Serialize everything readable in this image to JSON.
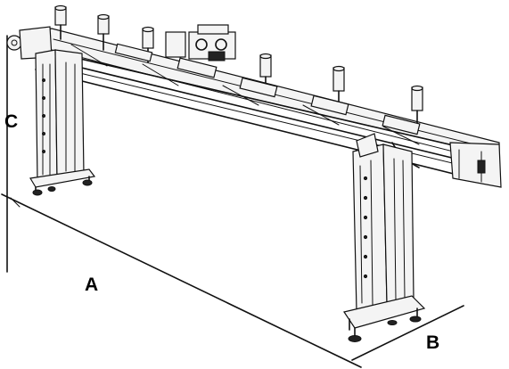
{
  "dimension_labels": {
    "a": "A",
    "b": "B",
    "c": "C"
  },
  "colors": {
    "ink": "#111111",
    "background": "#ffffff"
  }
}
